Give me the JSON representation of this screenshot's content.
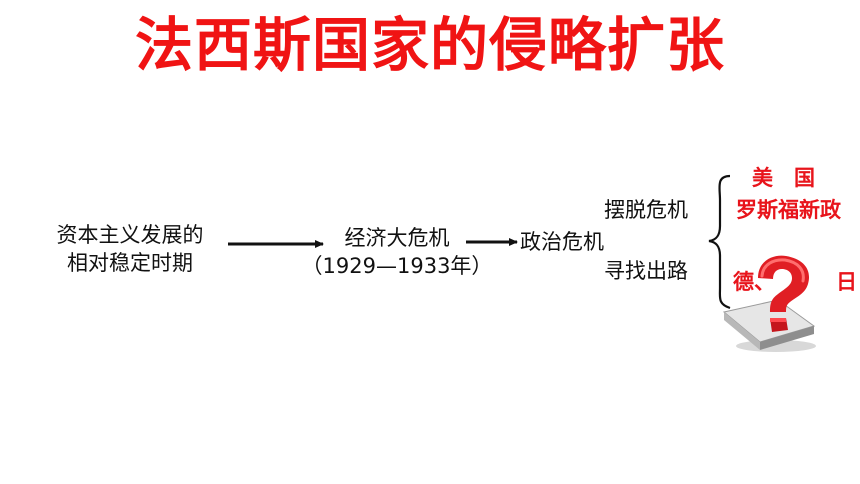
{
  "title": "法西斯国家的侵略扩张",
  "nodes": {
    "stable_period_line1": "资本主义发展的",
    "stable_period_line2": "相对稳定时期",
    "crisis_line1": "经济大危机",
    "crisis_line2": "（1929—1933年）",
    "political_crisis": "政治危机",
    "escape_crisis": "摆脱危机",
    "find_way_out": "寻找出路",
    "usa": "美　国",
    "new_deal": "罗斯福新政",
    "germany_partial": "德、",
    "japan_partial": "日"
  },
  "colors": {
    "title": "#f01414",
    "highlight": "#e8141b",
    "text": "#111111"
  },
  "icons": {
    "question": "question-mark-3d-icon"
  }
}
